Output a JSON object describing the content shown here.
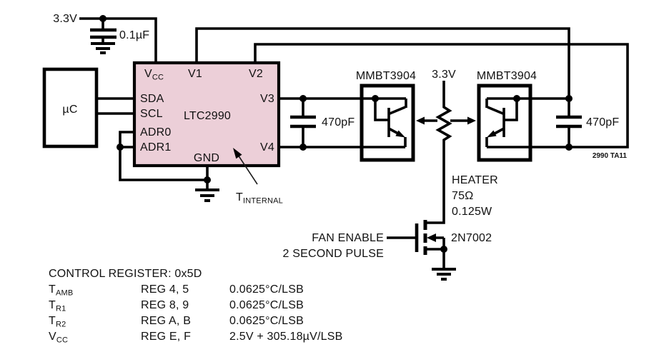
{
  "colors": {
    "chip_fill": "#eccfd8",
    "stroke": "#000000"
  },
  "top_left": {
    "supply_label": "3.3V",
    "bypass_cap_value": "0.1µF"
  },
  "mcu": {
    "label": "µC"
  },
  "chip": {
    "part_number": "LTC2990",
    "pins": {
      "vcc_main": "V",
      "vcc_sub": "CC",
      "v1": "V1",
      "v2": "V2",
      "v3": "V3",
      "v4": "V4",
      "sda": "SDA",
      "scl": "SCL",
      "adr0": "ADR0",
      "adr1": "ADR1",
      "gnd": "GND"
    }
  },
  "internal_temp": {
    "main": "T",
    "sub": "INTERNAL"
  },
  "transistor_left": {
    "part_number": "MMBT3904"
  },
  "transistor_right": {
    "part_number": "MMBT3904"
  },
  "cap_left": {
    "value": "470pF"
  },
  "cap_right": {
    "value": "470pF"
  },
  "heater": {
    "supply_label": "3.3V",
    "name": "HEATER",
    "resistance": "75Ω",
    "power": "0.125W"
  },
  "fan": {
    "line1": "FAN ENABLE",
    "line2": "2 SECOND PULSE",
    "mosfet_part": "2N7002"
  },
  "note": {
    "figure_id": "2990 TA11"
  },
  "icons": {
    "ground": "ground-symbol",
    "capacitor": "capacitor-symbol",
    "resistor": "resistor-zigzag-symbol",
    "npn": "npn-transistor-symbol",
    "nmos": "nmos-transistor-symbol",
    "heat_flow": "bidirectional-heat-arrows",
    "junction": "junction-dot"
  },
  "register_table": {
    "header": "CONTROL REGISTER: 0x5D",
    "rows": [
      {
        "param_main": "T",
        "param_sub": "AMB",
        "reg": "REG 4, 5",
        "scale": "0.0625°C/LSB"
      },
      {
        "param_main": "T",
        "param_sub": "R1",
        "reg": "REG 8, 9",
        "scale": "0.0625°C/LSB"
      },
      {
        "param_main": "T",
        "param_sub": "R2",
        "reg": "REG A, B",
        "scale": "0.0625°C/LSB"
      },
      {
        "param_main": "V",
        "param_sub": "CC",
        "reg": "REG E, F",
        "scale": "2.5V + 305.18µV/LSB"
      }
    ]
  }
}
